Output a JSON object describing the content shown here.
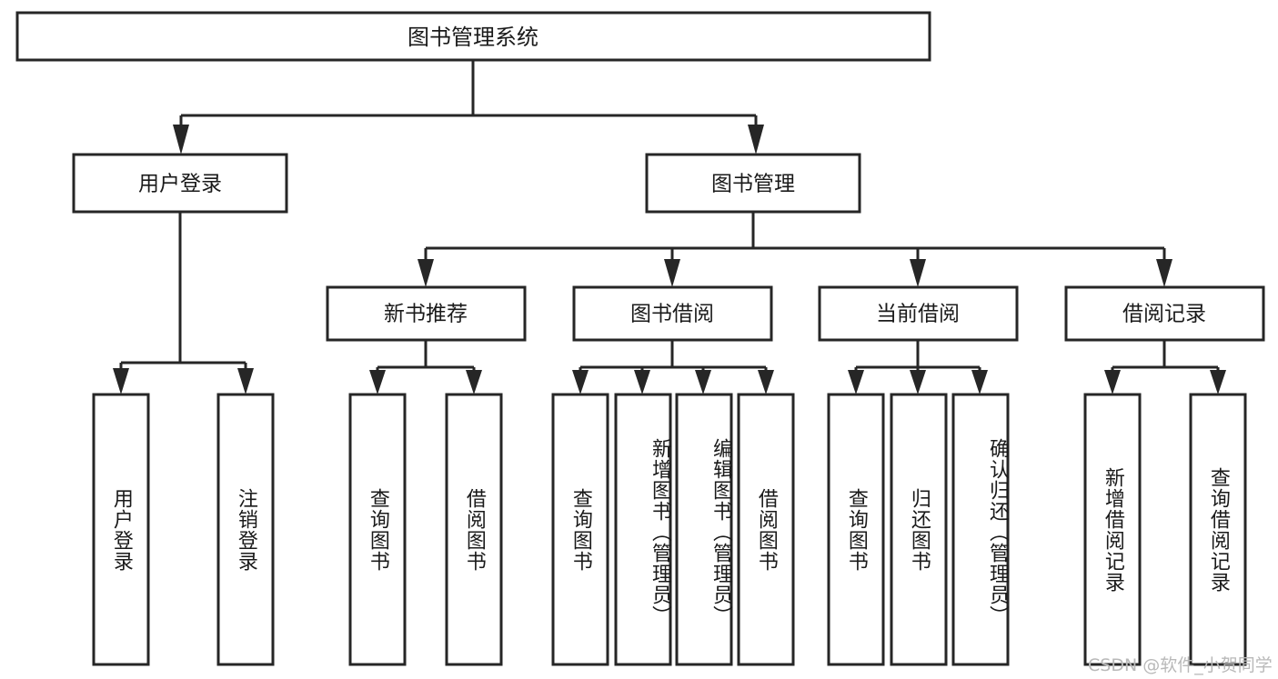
{
  "diagram": {
    "title": "图书管理系统",
    "type": "tree",
    "root": {
      "label": "图书管理系统"
    },
    "level2": [
      {
        "label": "用户登录"
      },
      {
        "label": "图书管理"
      }
    ],
    "level3": [
      {
        "label": "新书推荐"
      },
      {
        "label": "图书借阅"
      },
      {
        "label": "当前借阅"
      },
      {
        "label": "借阅记录"
      }
    ],
    "leaves": {
      "user_login": [
        {
          "label": "用户登录"
        },
        {
          "label": "注销登录"
        }
      ],
      "new_book_recommend": [
        {
          "label": "查询图书"
        },
        {
          "label": "借阅图书"
        }
      ],
      "book_borrow": [
        {
          "label": "查询图书"
        },
        {
          "label": "新增图书（管理员）"
        },
        {
          "label": "编辑图书（管理员）"
        },
        {
          "label": "借阅图书"
        }
      ],
      "current_borrow": [
        {
          "label": "查询图书"
        },
        {
          "label": "归还图书"
        },
        {
          "label": "确认归还（管理员）"
        }
      ],
      "borrow_record": [
        {
          "label": "新增借阅记录"
        },
        {
          "label": "查询借阅记录"
        }
      ]
    }
  },
  "watermark": {
    "text": "CSDN @软件_小贺同学"
  },
  "colors": {
    "stroke": "#262626",
    "fill": "#ffffff",
    "text": "#1a1a1a",
    "watermark": "#b9b9b9"
  }
}
